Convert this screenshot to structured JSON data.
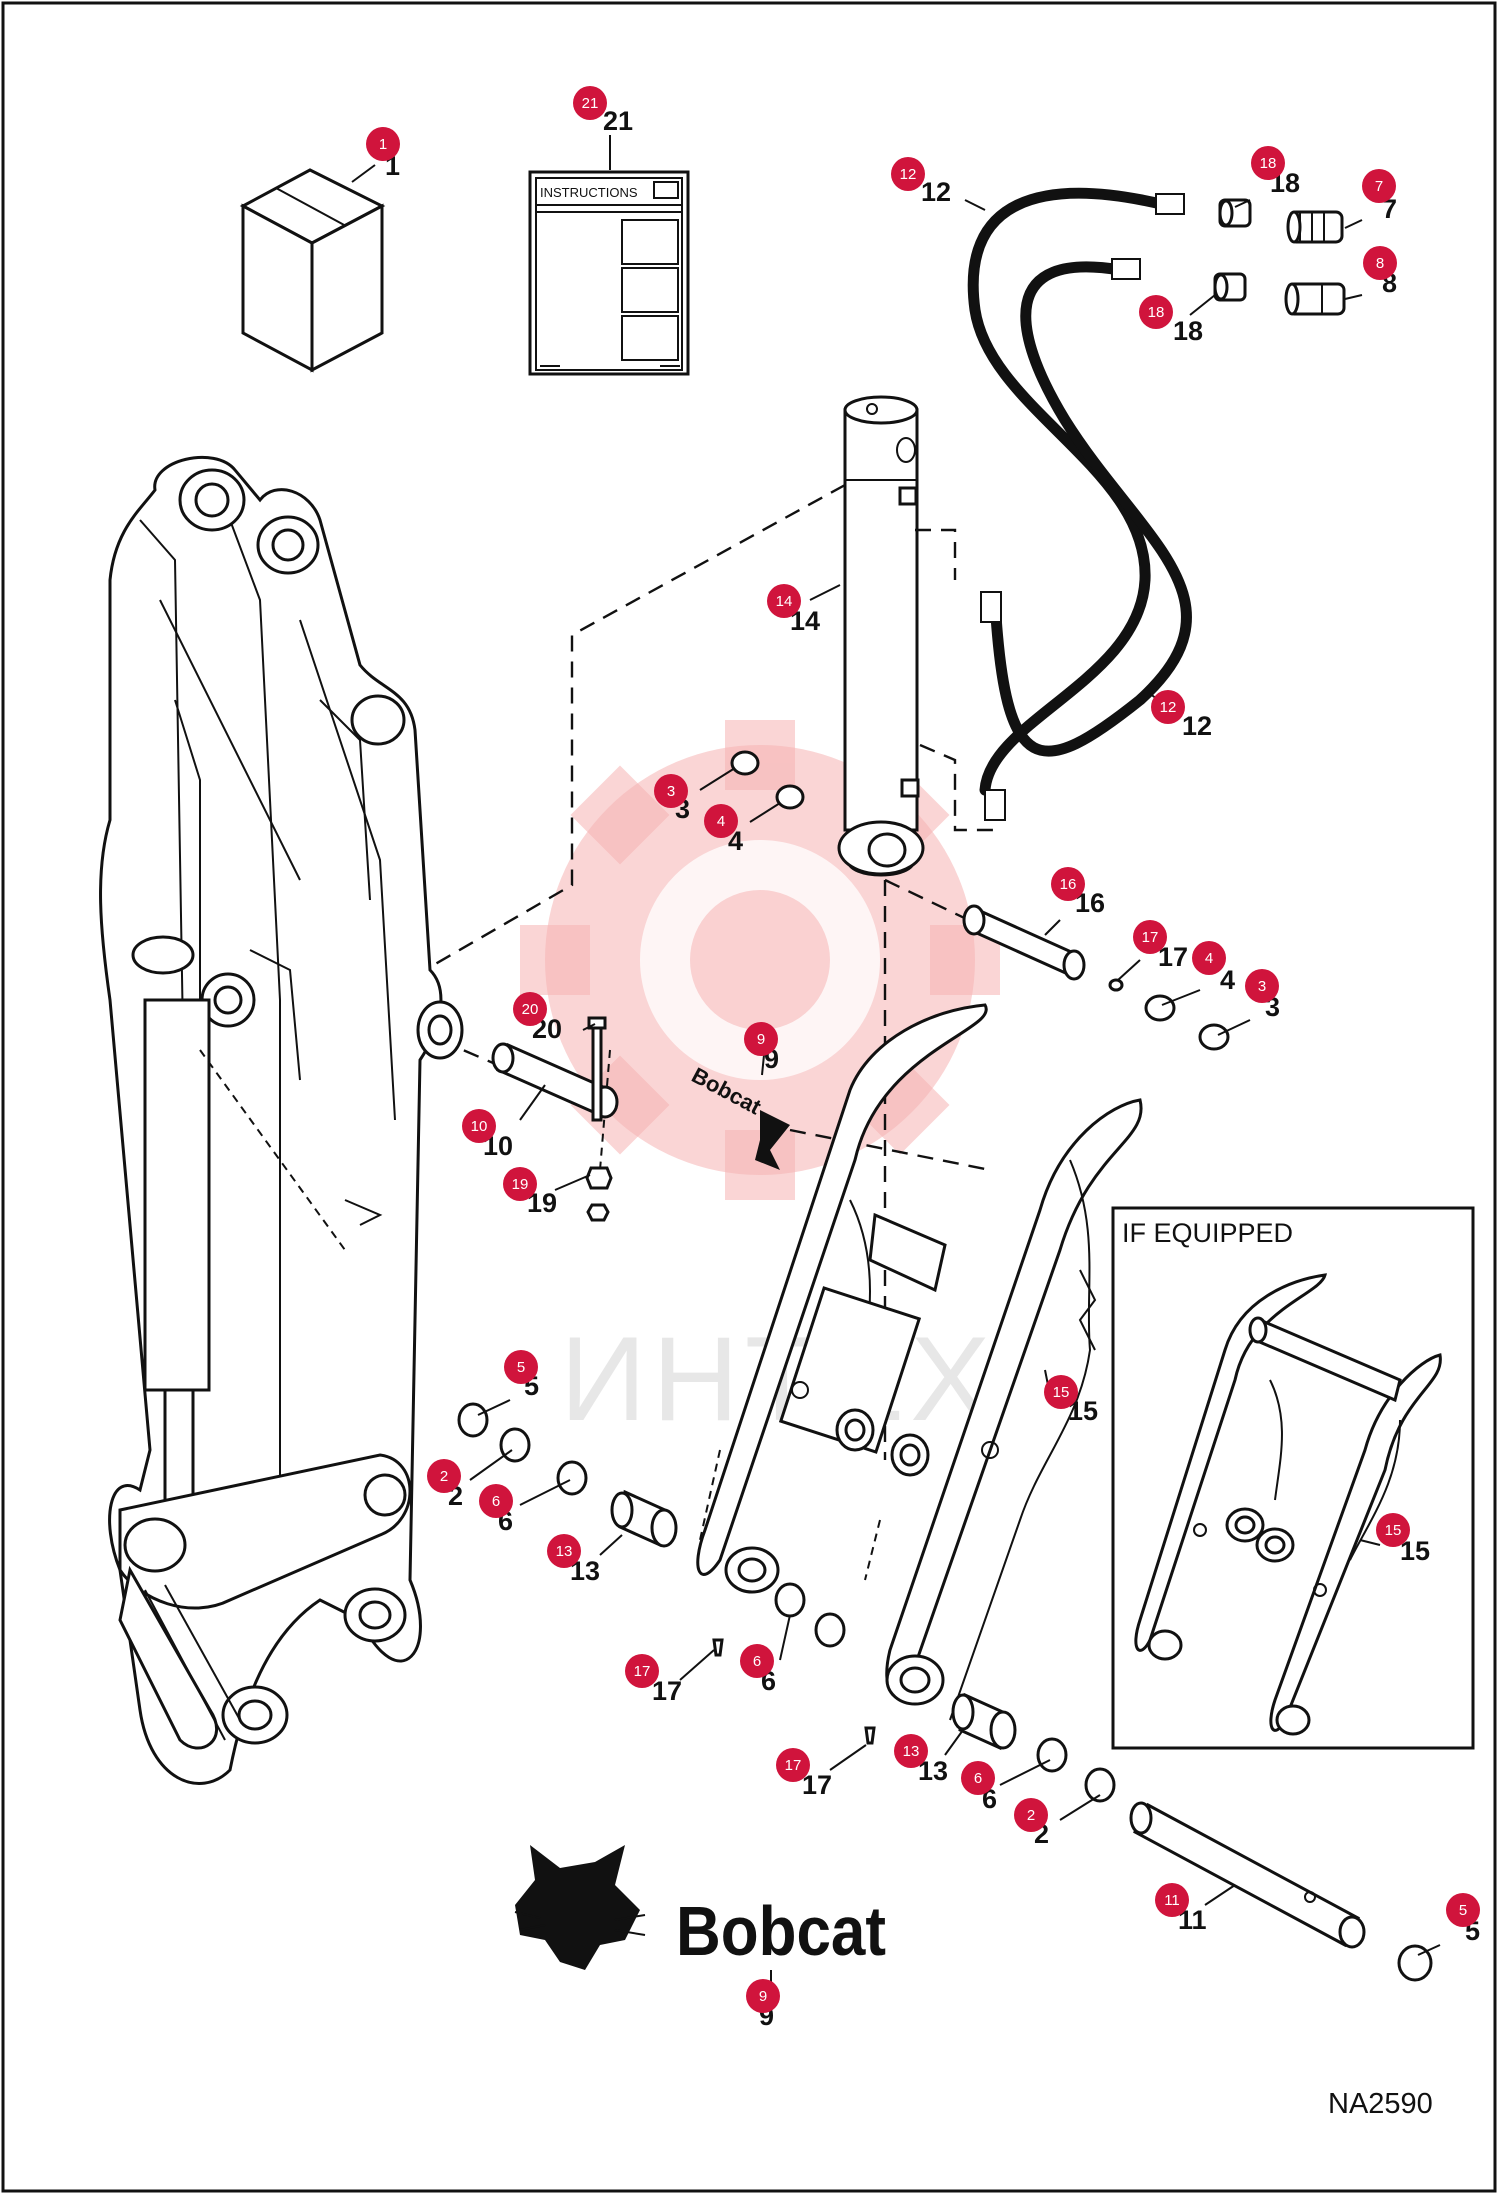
{
  "title_block": {
    "code": "NA2590"
  },
  "watermark": {
    "text": "ИНТЕХ",
    "color": "#f2a0a0"
  },
  "instructions_sheet": {
    "header": "INSTRUCTIONS"
  },
  "inset": {
    "label": "IF EQUIPPED"
  },
  "logo": {
    "text": "Bobcat",
    "decal_text": "Bobcat"
  },
  "badge_color": "#d0143c",
  "callouts": [
    {
      "id": "1",
      "label": "1"
    },
    {
      "id": "21",
      "label": "21"
    },
    {
      "id": "12",
      "label": "12"
    },
    {
      "id": "18",
      "label": "18"
    },
    {
      "id": "7",
      "label": "7"
    },
    {
      "id": "18",
      "label": "18"
    },
    {
      "id": "8",
      "label": "8"
    },
    {
      "id": "14",
      "label": "14"
    },
    {
      "id": "12",
      "label": "12"
    },
    {
      "id": "3",
      "label": "3"
    },
    {
      "id": "4",
      "label": "4"
    },
    {
      "id": "16",
      "label": "16"
    },
    {
      "id": "17",
      "label": "17"
    },
    {
      "id": "4",
      "label": "4"
    },
    {
      "id": "3",
      "label": "3"
    },
    {
      "id": "20",
      "label": "20"
    },
    {
      "id": "9",
      "label": "9"
    },
    {
      "id": "10",
      "label": "10"
    },
    {
      "id": "19",
      "label": "19"
    },
    {
      "id": "5",
      "label": "5"
    },
    {
      "id": "2",
      "label": "2"
    },
    {
      "id": "6",
      "label": "6"
    },
    {
      "id": "13",
      "label": "13"
    },
    {
      "id": "15",
      "label": "15"
    },
    {
      "id": "15",
      "label": "15"
    },
    {
      "id": "17",
      "label": "17"
    },
    {
      "id": "6",
      "label": "6"
    },
    {
      "id": "17",
      "label": "17"
    },
    {
      "id": "13",
      "label": "13"
    },
    {
      "id": "6",
      "label": "6"
    },
    {
      "id": "2",
      "label": "2"
    },
    {
      "id": "11",
      "label": "11"
    },
    {
      "id": "5",
      "label": "5"
    },
    {
      "id": "9",
      "label": "9"
    }
  ]
}
